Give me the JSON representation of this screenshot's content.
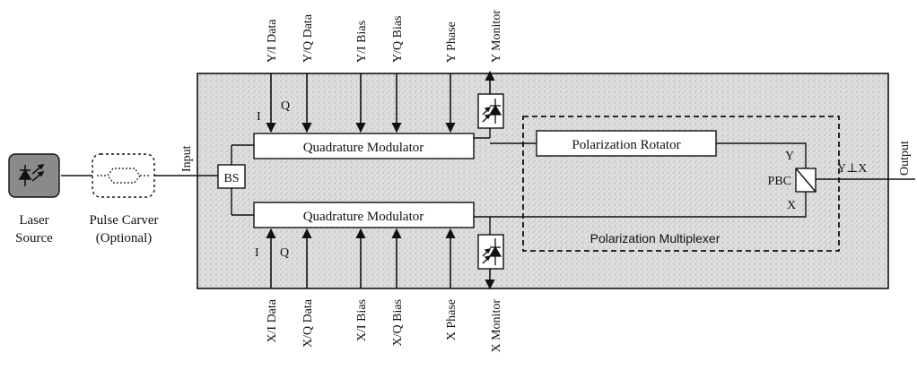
{
  "inputs_top": {
    "yi_data": "Y/I Data",
    "yq_data": "Y/Q Data",
    "yi_bias": "Y/I Bias",
    "yq_bias": "Y/Q Bias",
    "y_phase": "Y Phase",
    "y_monitor": "Y Monitor"
  },
  "inputs_bottom": {
    "xi_data": "X/I Data",
    "xq_data": "X/Q Data",
    "xi_bias": "X/I Bias",
    "xq_bias": "X/Q Bias",
    "x_phase": "X Phase",
    "x_monitor": "X Monitor"
  },
  "blocks": {
    "laser_line1": "Laser",
    "laser_line2": "Source",
    "pulse_line1": "Pulse Carver",
    "pulse_line2": "(Optional)",
    "bs": "BS",
    "qm_top": "Quadrature Modulator",
    "qm_bottom": "Quadrature Modulator",
    "pol_rotator": "Polarization Rotator",
    "pol_mux": "Polarization Multiplexer",
    "pbc": "PBC"
  },
  "labels": {
    "input": "Input",
    "output": "Output",
    "i_top": "I",
    "q_top": "Q",
    "i_bottom": "I",
    "q_bottom": "Q",
    "y_port": "Y",
    "x_port": "X",
    "yx_out": "Y⊥X"
  },
  "colors": {
    "chip_fill": "#dcdcdc",
    "laser_fill": "#8a8a8a",
    "line": "#111111"
  }
}
